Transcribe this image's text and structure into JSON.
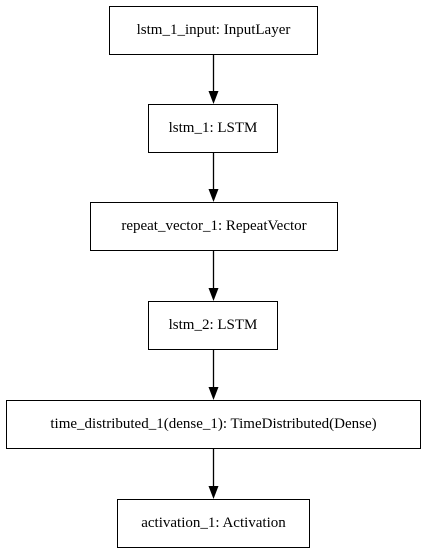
{
  "diagram": {
    "nodes": [
      {
        "label": "lstm_1_input: InputLayer"
      },
      {
        "label": "lstm_1: LSTM"
      },
      {
        "label": "repeat_vector_1: RepeatVector"
      },
      {
        "label": "lstm_2: LSTM"
      },
      {
        "label": "time_distributed_1(dense_1): TimeDistributed(Dense)"
      },
      {
        "label": "activation_1: Activation"
      }
    ],
    "edges": [
      {
        "from": 0,
        "to": 1
      },
      {
        "from": 1,
        "to": 2
      },
      {
        "from": 2,
        "to": 3
      },
      {
        "from": 3,
        "to": 4
      },
      {
        "from": 4,
        "to": 5
      }
    ],
    "colors": {
      "stroke": "#000000",
      "background": "#ffffff"
    }
  }
}
